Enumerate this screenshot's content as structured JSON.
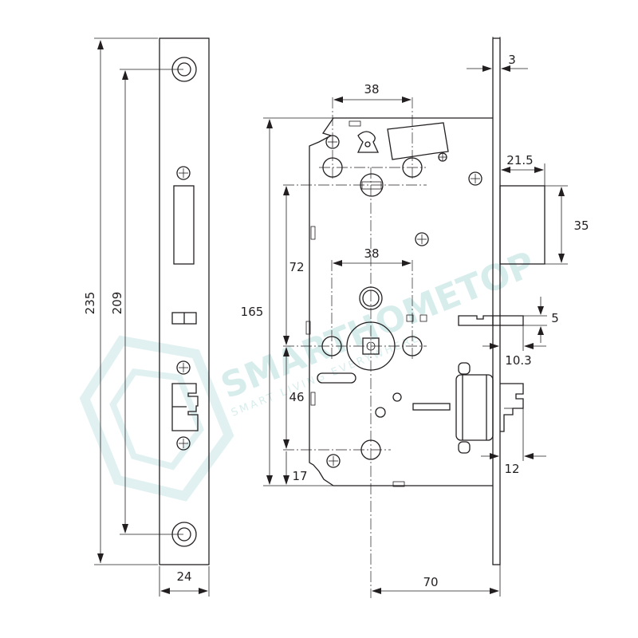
{
  "watermark": {
    "brand": "SMARTHOMETOP",
    "tagline": "SMART LIVING EVERYWHERE",
    "color": "#a8d8d6"
  },
  "colors": {
    "line": "#231f20",
    "background": "#ffffff"
  },
  "dimensions": {
    "faceplate_height": "235",
    "screw_spacing": "209",
    "faceplate_width": "24",
    "faceplate_thickness": "3",
    "top_offset": "38",
    "mid_offset": "38",
    "body_height": "165",
    "upper_span": "72",
    "lower_span": "46",
    "bottom_offset": "17",
    "latch_projection": "21.5",
    "latch_height": "35",
    "deadbolt_height": "5",
    "deadbolt_projection": "10.3",
    "bolt_projection": "12",
    "backset": "70"
  }
}
